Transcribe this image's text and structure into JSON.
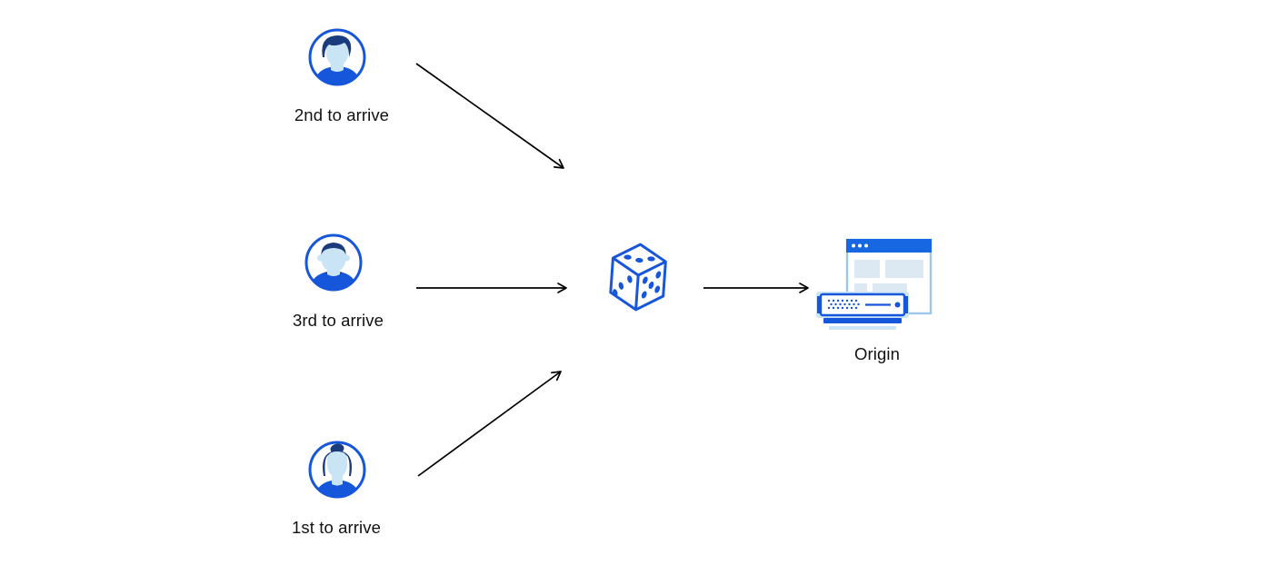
{
  "page": {
    "background": "#ffffff",
    "type": "random-steering-diagram"
  },
  "colors": {
    "primary_blue": "#1656DB",
    "titlebar_blue": "#1766E2",
    "dark_navy_hair": "#1A3B7D",
    "skin_light_blue": "#C9E4F5",
    "panel_light_blue": "#DDE9F2",
    "server_glow_blue": "#CCE4F8",
    "window_border_blue": "#9CC6EC",
    "arrow_black": "#000000",
    "label_color": "#111214"
  },
  "nodes": {
    "user_second": {
      "label": "2nd to arrive",
      "icon": "user-avatar-male-icon"
    },
    "user_third": {
      "label": "3rd to arrive",
      "icon": "user-avatar-male-2-icon"
    },
    "user_first": {
      "label": "1st to arrive",
      "icon": "user-avatar-female-icon"
    },
    "dice": {
      "icon": "dice-icon"
    },
    "origin": {
      "label": "Origin",
      "icon": "origin-server-icon"
    }
  },
  "edges": [
    {
      "from": "user_second",
      "to": "dice"
    },
    {
      "from": "user_third",
      "to": "dice"
    },
    {
      "from": "user_first",
      "to": "dice"
    },
    {
      "from": "dice",
      "to": "origin"
    }
  ]
}
